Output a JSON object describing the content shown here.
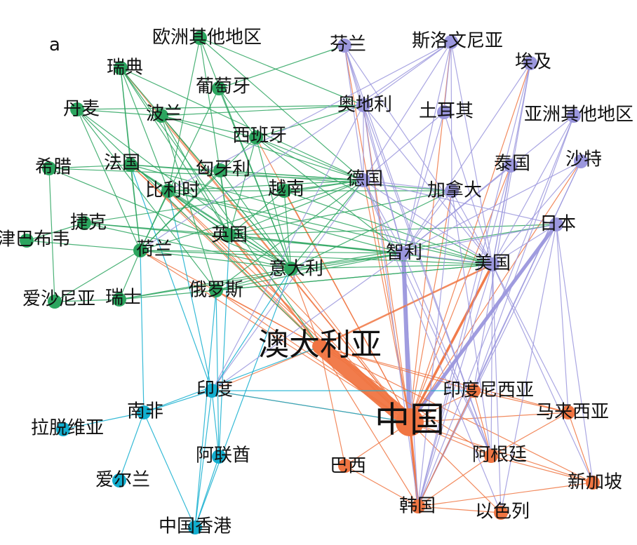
{
  "panel_label": "a",
  "colors": {
    "europe": "#2ca55f",
    "oceania_asia_east": "#f07542",
    "americas_asia": "#9b97dd",
    "other": "#12aecf"
  },
  "nodes": [
    {
      "id": "oz",
      "label": "欧洲其他地区",
      "group": "europe",
      "size": "small"
    },
    {
      "id": "rd",
      "label": "瑞典",
      "group": "europe",
      "size": "small"
    },
    {
      "id": "ptg",
      "label": "葡萄牙",
      "group": "europe",
      "size": "small"
    },
    {
      "id": "dm",
      "label": "丹麦",
      "group": "europe",
      "size": "small"
    },
    {
      "id": "bl",
      "label": "波兰",
      "group": "europe",
      "size": "small"
    },
    {
      "id": "xby",
      "label": "西班牙",
      "group": "europe",
      "size": "small"
    },
    {
      "id": "xl",
      "label": "希腊",
      "group": "europe",
      "size": "small"
    },
    {
      "id": "fg",
      "label": "法国",
      "group": "europe",
      "size": "small"
    },
    {
      "id": "xyl",
      "label": "匈牙利",
      "group": "europe",
      "size": "small"
    },
    {
      "id": "bls",
      "label": "比利时",
      "group": "europe",
      "size": "small"
    },
    {
      "id": "yn",
      "label": "越南",
      "group": "europe",
      "size": "small"
    },
    {
      "id": "jk",
      "label": "捷克",
      "group": "europe",
      "size": "small"
    },
    {
      "id": "jbbw",
      "label": "津巴布韦",
      "group": "europe",
      "size": "small"
    },
    {
      "id": "yg",
      "label": "英国",
      "group": "europe",
      "size": "small"
    },
    {
      "id": "hl",
      "label": "荷兰",
      "group": "europe",
      "size": "small"
    },
    {
      "id": "ydl",
      "label": "意大利",
      "group": "europe",
      "size": "small"
    },
    {
      "id": "eluos",
      "label": "俄罗斯",
      "group": "europe",
      "size": "small"
    },
    {
      "id": "asny",
      "label": "爱沙尼亚",
      "group": "europe",
      "size": "small"
    },
    {
      "id": "rs",
      "label": "瑞士",
      "group": "europe",
      "size": "small"
    },
    {
      "id": "fl",
      "label": "芬兰",
      "group": "americas_asia",
      "size": "small"
    },
    {
      "id": "slwny",
      "label": "斯洛文尼亚",
      "group": "americas_asia",
      "size": "small"
    },
    {
      "id": "aj",
      "label": "埃及",
      "group": "americas_asia",
      "size": "small"
    },
    {
      "id": "adl",
      "label": "奥地利",
      "group": "americas_asia",
      "size": "small"
    },
    {
      "id": "teq",
      "label": "土耳其",
      "group": "americas_asia",
      "size": "small"
    },
    {
      "id": "yzqt",
      "label": "亚洲其他地区",
      "group": "americas_asia",
      "size": "small"
    },
    {
      "id": "dg",
      "label": "德国",
      "group": "americas_asia",
      "size": "small"
    },
    {
      "id": "tg",
      "label": "泰国",
      "group": "americas_asia",
      "size": "small"
    },
    {
      "id": "st",
      "label": "沙特",
      "group": "americas_asia",
      "size": "small"
    },
    {
      "id": "jnd",
      "label": "加拿大",
      "group": "americas_asia",
      "size": "small"
    },
    {
      "id": "rb",
      "label": "日本",
      "group": "americas_asia",
      "size": "small"
    },
    {
      "id": "zl",
      "label": "智利",
      "group": "americas_asia",
      "size": "small"
    },
    {
      "id": "mg",
      "label": "美国",
      "group": "americas_asia",
      "size": "small"
    },
    {
      "id": "adly",
      "label": "澳大利亚",
      "group": "oceania_asia_east",
      "size": "large"
    },
    {
      "id": "zg",
      "label": "中国",
      "group": "oceania_asia_east",
      "size": "large"
    },
    {
      "id": "ydnxy",
      "label": "印度尼西亚",
      "group": "oceania_asia_east",
      "size": "small"
    },
    {
      "id": "mlxy",
      "label": "马来西亚",
      "group": "oceania_asia_east",
      "size": "small"
    },
    {
      "id": "agt",
      "label": "阿根廷",
      "group": "oceania_asia_east",
      "size": "small"
    },
    {
      "id": "bx",
      "label": "巴西",
      "group": "oceania_asia_east",
      "size": "small"
    },
    {
      "id": "xjp",
      "label": "新加坡",
      "group": "oceania_asia_east",
      "size": "small"
    },
    {
      "id": "hg",
      "label": "韩国",
      "group": "oceania_asia_east",
      "size": "small"
    },
    {
      "id": "ysl",
      "label": "以色列",
      "group": "oceania_asia_east",
      "size": "small"
    },
    {
      "id": "yd",
      "label": "印度",
      "group": "other",
      "size": "small"
    },
    {
      "id": "nf",
      "label": "南非",
      "group": "other",
      "size": "small"
    },
    {
      "id": "ltwy",
      "label": "拉脱维亚",
      "group": "other",
      "size": "small"
    },
    {
      "id": "alq",
      "label": "阿联酋",
      "group": "other",
      "size": "small"
    },
    {
      "id": "ael",
      "label": "爱尔兰",
      "group": "other",
      "size": "small"
    },
    {
      "id": "zgxg",
      "label": "中国香港",
      "group": "other",
      "size": "small"
    }
  ],
  "edges": [
    [
      "adly",
      "zg",
      5
    ],
    [
      "zl",
      "zg",
      3
    ],
    [
      "rb",
      "zg",
      2.5
    ],
    [
      "zg",
      "mg",
      2
    ],
    [
      "zg",
      "hg",
      2
    ],
    [
      "adly",
      "yg",
      1.5
    ],
    [
      "adly",
      "mg",
      1.5
    ],
    [
      "adly",
      "hg",
      1
    ],
    [
      "adly",
      "ydl",
      1
    ],
    [
      "adly",
      "hl",
      1
    ],
    [
      "adly",
      "bls",
      1
    ],
    [
      "adly",
      "yd",
      1
    ],
    [
      "adly",
      "agt",
      1
    ],
    [
      "adly",
      "xjp",
      1
    ],
    [
      "adly",
      "mlxy",
      1
    ],
    [
      "adly",
      "bx",
      1
    ],
    [
      "adly",
      "ydnxy",
      1
    ],
    [
      "adly",
      "fg",
      1
    ],
    [
      "adly",
      "eluos",
      1
    ],
    [
      "zg",
      "ydnxy",
      1
    ],
    [
      "zg",
      "mlxy",
      1
    ],
    [
      "zg",
      "agt",
      1
    ],
    [
      "zg",
      "xjp",
      1
    ],
    [
      "zg",
      "bx",
      1
    ],
    [
      "zg",
      "ysl",
      1
    ],
    [
      "zg",
      "adl",
      1
    ],
    [
      "zg",
      "fl",
      1
    ],
    [
      "zg",
      "slwny",
      1
    ],
    [
      "zg",
      "aj",
      1
    ],
    [
      "zg",
      "dg",
      1
    ],
    [
      "zg",
      "jnd",
      1
    ],
    [
      "zg",
      "tg",
      1
    ],
    [
      "zg",
      "st",
      1
    ],
    [
      "zg",
      "yd",
      1
    ],
    [
      "zg",
      "yn",
      1
    ],
    [
      "zg",
      "rd",
      1
    ],
    [
      "zg",
      "bl",
      1
    ],
    [
      "zg",
      "fg",
      1
    ],
    [
      "zg",
      "yg",
      1
    ],
    [
      "zg",
      "ydl",
      1
    ],
    [
      "zg",
      "xby",
      1
    ],
    [
      "zg",
      "hl",
      1
    ],
    [
      "zg",
      "bls",
      1
    ],
    [
      "zg",
      "eluos",
      1
    ],
    [
      "yd",
      "bls",
      1
    ],
    [
      "yd",
      "fg",
      1
    ],
    [
      "yd",
      "zg",
      1
    ],
    [
      "yd",
      "nf",
      1
    ],
    [
      "yd",
      "alq",
      1
    ],
    [
      "yd",
      "zgxg",
      1
    ],
    [
      "yd",
      "ydnxy",
      1
    ],
    [
      "yd",
      "ydl",
      1
    ],
    [
      "nf",
      "ltwy",
      1
    ],
    [
      "nf",
      "ael",
      1
    ],
    [
      "nf",
      "hl",
      1
    ],
    [
      "nf",
      "zgxg",
      1
    ],
    [
      "nf",
      "adly",
      1
    ],
    [
      "alq",
      "zgxg",
      1
    ],
    [
      "alq",
      "yg",
      1
    ],
    [
      "alq",
      "eluos",
      1
    ],
    [
      "zgxg",
      "eluos",
      1
    ],
    [
      "zgxg",
      "ydl",
      1
    ],
    [
      "rd",
      "yg",
      1
    ],
    [
      "rd",
      "hl",
      1
    ],
    [
      "rd",
      "bls",
      1
    ],
    [
      "rd",
      "ydl",
      1
    ],
    [
      "rd",
      "dg",
      1
    ],
    [
      "rd",
      "fg",
      1
    ],
    [
      "rd",
      "adly",
      1
    ],
    [
      "oz",
      "dg",
      1
    ],
    [
      "oz",
      "adl",
      1
    ],
    [
      "oz",
      "bls",
      1
    ],
    [
      "oz",
      "yg",
      1
    ],
    [
      "oz",
      "ydl",
      1
    ],
    [
      "dm",
      "bl",
      1
    ],
    [
      "dm",
      "ydl",
      1
    ],
    [
      "dm",
      "adl",
      1
    ],
    [
      "dm",
      "eluos",
      1
    ],
    [
      "dm",
      "hl",
      1
    ],
    [
      "dm",
      "adly",
      1
    ],
    [
      "bl",
      "xby",
      1
    ],
    [
      "bl",
      "dg",
      1
    ],
    [
      "bl",
      "adl",
      1
    ],
    [
      "bl",
      "yg",
      1
    ],
    [
      "bl",
      "ydl",
      1
    ],
    [
      "bl",
      "eluos",
      1
    ],
    [
      "ptg",
      "xby",
      1
    ],
    [
      "ptg",
      "fl",
      1
    ],
    [
      "ptg",
      "ydl",
      1
    ],
    [
      "ptg",
      "hl",
      1
    ],
    [
      "xby",
      "adl",
      1
    ],
    [
      "xby",
      "dg",
      1
    ],
    [
      "xby",
      "yg",
      1
    ],
    [
      "xby",
      "ydl",
      1
    ],
    [
      "xby",
      "zl",
      1
    ],
    [
      "xby",
      "hl",
      1
    ],
    [
      "xby",
      "mg",
      1
    ],
    [
      "xl",
      "fg",
      1
    ],
    [
      "xl",
      "dg",
      1
    ],
    [
      "xl",
      "ydl",
      1
    ],
    [
      "xl",
      "asny",
      1
    ],
    [
      "fg",
      "dg",
      1
    ],
    [
      "fg",
      "yg",
      1
    ],
    [
      "fg",
      "ydl",
      1
    ],
    [
      "fg",
      "hl",
      1
    ],
    [
      "fg",
      "bls",
      1
    ],
    [
      "fg",
      "mg",
      1
    ],
    [
      "fg",
      "jnd",
      1
    ],
    [
      "xyl",
      "dg",
      1
    ],
    [
      "xyl",
      "ydl",
      1
    ],
    [
      "xyl",
      "yg",
      1
    ],
    [
      "xyl",
      "hl",
      1
    ],
    [
      "bls",
      "dg",
      1
    ],
    [
      "bls",
      "yg",
      1
    ],
    [
      "bls",
      "ydl",
      1
    ],
    [
      "bls",
      "hl",
      1
    ],
    [
      "bls",
      "mg",
      1
    ],
    [
      "bls",
      "zl",
      1
    ],
    [
      "bls",
      "jnd",
      1
    ],
    [
      "yn",
      "dg",
      1
    ],
    [
      "yn",
      "ydl",
      1
    ],
    [
      "yn",
      "yg",
      1
    ],
    [
      "yn",
      "mg",
      1
    ],
    [
      "jk",
      "dg",
      1
    ],
    [
      "jk",
      "yg",
      1
    ],
    [
      "jk",
      "ydl",
      1
    ],
    [
      "jk",
      "zl",
      1
    ],
    [
      "jbbw",
      "jk",
      1
    ],
    [
      "jbbw",
      "hl",
      1
    ],
    [
      "yg",
      "dg",
      1
    ],
    [
      "yg",
      "ydl",
      1
    ],
    [
      "yg",
      "mg",
      1
    ],
    [
      "yg",
      "zl",
      1
    ],
    [
      "yg",
      "jnd",
      1
    ],
    [
      "yg",
      "rb",
      1
    ],
    [
      "hl",
      "dg",
      1
    ],
    [
      "hl",
      "ydl",
      1
    ],
    [
      "hl",
      "mg",
      1
    ],
    [
      "hl",
      "zl",
      1
    ],
    [
      "hl",
      "rs",
      1
    ],
    [
      "ydl",
      "dg",
      1
    ],
    [
      "ydl",
      "mg",
      1
    ],
    [
      "ydl",
      "zl",
      1
    ],
    [
      "ydl",
      "jnd",
      1
    ],
    [
      "ydl",
      "eluos",
      1
    ],
    [
      "ydl",
      "rb",
      1
    ],
    [
      "eluos",
      "dg",
      1
    ],
    [
      "eluos",
      "mg",
      1
    ],
    [
      "eluos",
      "zl",
      1
    ],
    [
      "asny",
      "rs",
      1
    ],
    [
      "asny",
      "hl",
      1
    ],
    [
      "rs",
      "mg",
      1
    ],
    [
      "rs",
      "zl",
      1
    ],
    [
      "rs",
      "ydl",
      1
    ],
    [
      "fl",
      "adl",
      1
    ],
    [
      "fl",
      "dg",
      1
    ],
    [
      "fl",
      "zl",
      1
    ],
    [
      "fl",
      "mg",
      1
    ],
    [
      "fl",
      "agt",
      1
    ],
    [
      "slwny",
      "adl",
      1
    ],
    [
      "slwny",
      "dg",
      1
    ],
    [
      "slwny",
      "zl",
      1
    ],
    [
      "slwny",
      "mg",
      1
    ],
    [
      "slwny",
      "jnd",
      1
    ],
    [
      "slwny",
      "teq",
      1
    ],
    [
      "slwny",
      "hl",
      1
    ],
    [
      "slwny",
      "bls",
      1
    ],
    [
      "aj",
      "zl",
      1
    ],
    [
      "aj",
      "mg",
      1
    ],
    [
      "aj",
      "ydnxy",
      1
    ],
    [
      "aj",
      "hg",
      1
    ],
    [
      "adl",
      "dg",
      1
    ],
    [
      "adl",
      "zl",
      1
    ],
    [
      "adl",
      "mg",
      1
    ],
    [
      "adl",
      "hg",
      1
    ],
    [
      "adl",
      "yd",
      1
    ],
    [
      "adl",
      "agt",
      1
    ],
    [
      "teq",
      "zl",
      1
    ],
    [
      "teq",
      "mg",
      1
    ],
    [
      "teq",
      "dg",
      1
    ],
    [
      "yzqt",
      "mg",
      1
    ],
    [
      "yzqt",
      "zl",
      1
    ],
    [
      "yzqt",
      "ydnxy",
      1
    ],
    [
      "yzqt",
      "hg",
      1
    ],
    [
      "dg",
      "zl",
      1
    ],
    [
      "dg",
      "mg",
      1
    ],
    [
      "dg",
      "jnd",
      1
    ],
    [
      "dg",
      "rb",
      1
    ],
    [
      "dg",
      "agt",
      1
    ],
    [
      "dg",
      "ysl",
      1
    ],
    [
      "dg",
      "yd",
      1
    ],
    [
      "tg",
      "mg",
      1
    ],
    [
      "tg",
      "zl",
      1
    ],
    [
      "tg",
      "hg",
      1
    ],
    [
      "st",
      "zl",
      1
    ],
    [
      "st",
      "mg",
      1
    ],
    [
      "st",
      "ydnxy",
      1
    ],
    [
      "st",
      "hg",
      1
    ],
    [
      "jnd",
      "zl",
      1
    ],
    [
      "jnd",
      "mg",
      1
    ],
    [
      "jnd",
      "hg",
      1
    ],
    [
      "jnd",
      "agt",
      1
    ],
    [
      "rb",
      "mg",
      1
    ],
    [
      "rb",
      "zl",
      1
    ],
    [
      "rb",
      "hg",
      1
    ],
    [
      "rb",
      "xjp",
      1
    ],
    [
      "rb",
      "mlxy",
      1
    ],
    [
      "rb",
      "ysl",
      1
    ],
    [
      "zl",
      "mg",
      1
    ],
    [
      "zl",
      "hg",
      1
    ],
    [
      "zl",
      "yd",
      1
    ],
    [
      "zl",
      "agt",
      1
    ],
    [
      "mg",
      "hg",
      1
    ],
    [
      "mg",
      "xjp",
      1
    ],
    [
      "mg",
      "ysl",
      1
    ],
    [
      "mg",
      "agt",
      1
    ],
    [
      "mg",
      "mlxy",
      1
    ],
    [
      "ydnxy",
      "mlxy",
      1
    ],
    [
      "ydnxy",
      "agt",
      1
    ],
    [
      "ydnxy",
      "hg",
      1
    ],
    [
      "mlxy",
      "xjp",
      1
    ],
    [
      "mlxy",
      "agt",
      1
    ],
    [
      "agt",
      "xjp",
      1
    ],
    [
      "agt",
      "hg",
      1
    ],
    [
      "bx",
      "hg",
      1
    ],
    [
      "ysl",
      "hg",
      1
    ],
    [
      "xjp",
      "hg",
      1
    ]
  ]
}
